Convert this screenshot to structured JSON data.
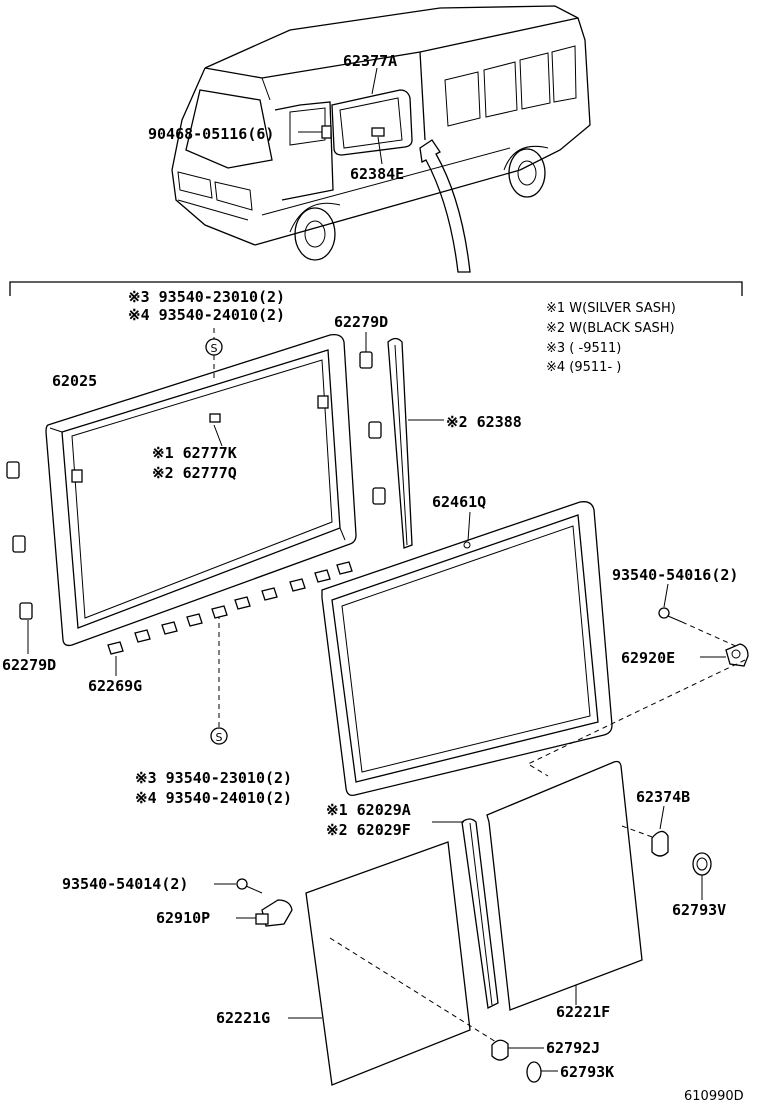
{
  "labels": {
    "p62377A": "62377A",
    "p90468": "90468-05116(6)",
    "p62384E": "62384E",
    "p_s3_top": "※3 93540-23010(2)",
    "p_s4_top": "※4 93540-24010(2)",
    "p62279D_top": "62279D",
    "p62025": "62025",
    "p62777K": "※1 62777K",
    "p62777Q": "※2 62777Q",
    "p62388": "※2 62388",
    "p62461Q": "62461Q",
    "p93540_54016": "93540-54016(2)",
    "p62920E": "62920E",
    "p62279D_left": "62279D",
    "p62269G": "62269G",
    "p_s3_bot": "※3 93540-23010(2)",
    "p_s4_bot": "※4 93540-24010(2)",
    "p62029A": "※1 62029A",
    "p62029F": "※2 62029F",
    "p62374B": "62374B",
    "p93540_54014": "93540-54014(2)",
    "p62910P": "62910P",
    "p62793V": "62793V",
    "p62221G": "62221G",
    "p62221F": "62221F",
    "p62792J": "62792J",
    "p62793K": "62793K",
    "diagram_code": "610990D"
  },
  "legend": {
    "n1": "※1 W(SILVER SASH)",
    "n2": "※2 W(BLACK SASH)",
    "n3": "※3 (      -9511)",
    "n4": "※4 (9511-      )"
  },
  "symbols": {
    "screw_mark": "S"
  }
}
